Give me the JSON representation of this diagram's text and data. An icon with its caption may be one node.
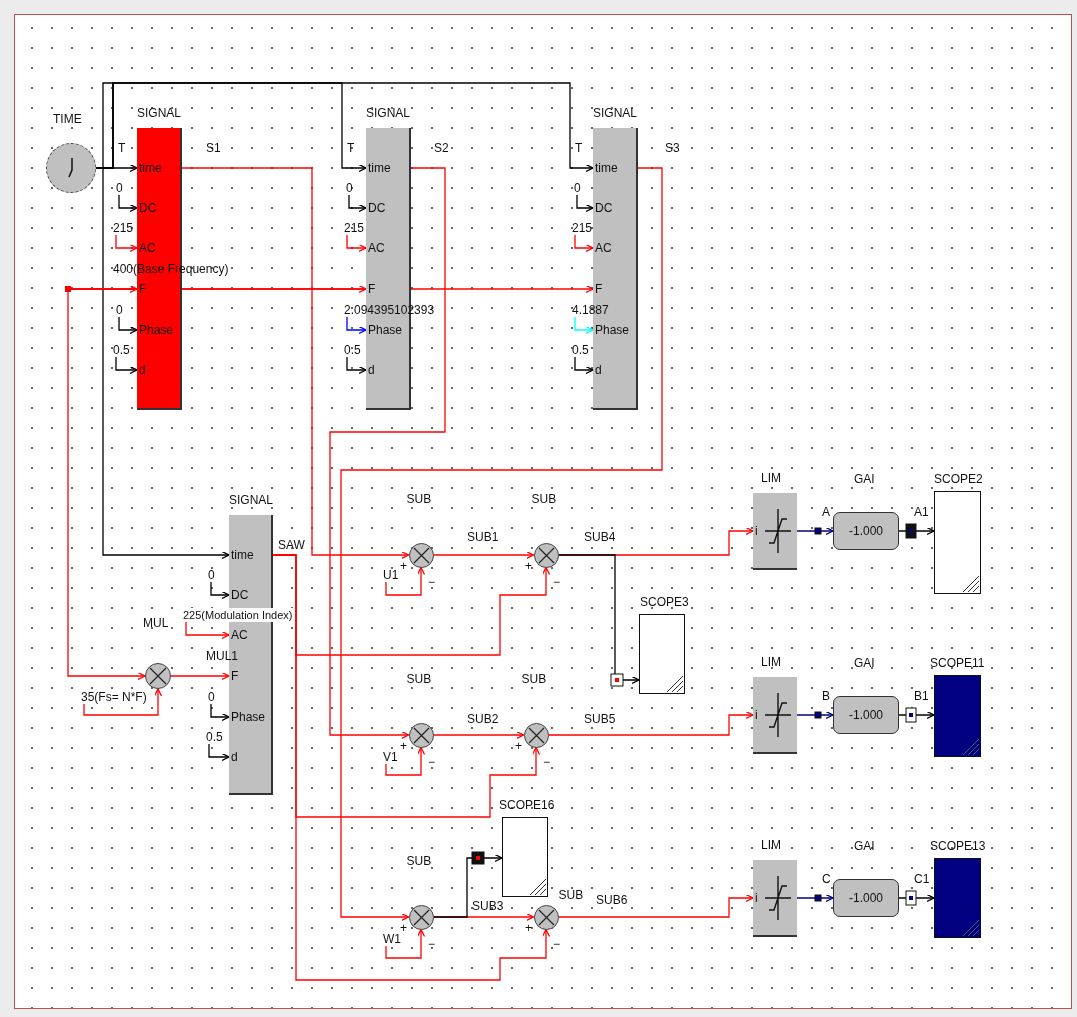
{
  "diagram": {
    "nodes": [
      {
        "text": [
          "TIME"
        ]
      },
      {
        "text": [
          "SIGNAL",
          "time",
          "DC",
          "AC",
          "F",
          "Phase",
          "d"
        ]
      },
      {
        "text": [
          "SIGNAL",
          "time",
          "DC",
          "AC",
          "F",
          "Phase",
          "d"
        ]
      },
      {
        "text": [
          "SIGNAL",
          "time",
          "DC",
          "AC",
          "F",
          "Phase",
          "d"
        ]
      },
      {
        "text": [
          "SIGNAL",
          "time",
          "DC",
          "AC",
          "F",
          "Phase",
          "d"
        ]
      },
      {
        "text": [
          "MUL"
        ]
      },
      {
        "text": [
          "SUB"
        ]
      },
      {
        "text": [
          "SUB"
        ]
      },
      {
        "text": [
          "SUB"
        ]
      },
      {
        "text": [
          "SUB"
        ]
      },
      {
        "text": [
          "SUB"
        ]
      },
      {
        "text": [
          "SUB"
        ]
      },
      {
        "text": [
          "SCOPE3"
        ]
      },
      {
        "text": [
          "SCOPE16"
        ]
      },
      {
        "text": [
          "LIM",
          "i"
        ]
      },
      {
        "text": [
          "GAI",
          "-1.000"
        ]
      },
      {
        "text": [
          "SCOPE2"
        ]
      },
      {
        "text": [
          "LIM",
          "i"
        ]
      },
      {
        "text": [
          "GAI",
          "-1.000"
        ]
      },
      {
        "text": [
          "SCOPE11"
        ]
      },
      {
        "text": [
          "LIM",
          "i"
        ]
      },
      {
        "text": [
          "GAI",
          "-1.000"
        ]
      },
      {
        "text": [
          "SCOPE13"
        ]
      },
      {
        "text": [
          "0"
        ]
      },
      {
        "text": [
          "215"
        ]
      },
      {
        "text": [
          "0"
        ]
      },
      {
        "text": [
          "0.5"
        ]
      },
      {
        "text": [
          "0"
        ]
      },
      {
        "text": [
          "215"
        ]
      },
      {
        "text": [
          "2.094395102393"
        ]
      },
      {
        "text": [
          "0.5"
        ]
      },
      {
        "text": [
          "0"
        ]
      },
      {
        "text": [
          "215"
        ]
      },
      {
        "text": [
          "4.1887"
        ]
      },
      {
        "text": [
          "0.5"
        ]
      },
      {
        "text": [
          "0"
        ]
      },
      {
        "text": [
          "225(Modulation Index)"
        ]
      },
      {
        "text": [
          "0"
        ]
      },
      {
        "text": [
          "0.5"
        ]
      },
      {
        "text": [
          "35(Fs= N*F)"
        ]
      },
      {
        "text": [
          "U1"
        ]
      },
      {
        "text": [
          "V1"
        ]
      },
      {
        "text": [
          "W1"
        ]
      }
    ],
    "edges": [
      {
        "from": 0,
        "to": 1,
        "arrow": "to",
        "color": "#000000"
      },
      {
        "from": 0,
        "to": 2,
        "arrow": "to",
        "color": "#000000"
      },
      {
        "from": 0,
        "to": 3,
        "arrow": "to",
        "color": "#000000"
      },
      {
        "from": 0,
        "to": 4,
        "arrow": "to",
        "color": "#000000"
      },
      {
        "from": null,
        "to": 1,
        "arrow": "to"
      },
      {
        "from": null,
        "to": 2,
        "arrow": "to"
      },
      {
        "from": null,
        "to": 3,
        "arrow": "to"
      },
      {
        "from": null,
        "to": 5,
        "arrow": "to"
      },
      {
        "from": 39,
        "to": 5,
        "arrow": "to"
      },
      {
        "from": 5,
        "to": 4,
        "arrow": "to"
      },
      {
        "from": 23,
        "to": 1,
        "arrow": "to",
        "color": "#000000"
      },
      {
        "from": 24,
        "to": 1,
        "arrow": "to"
      },
      {
        "from": 25,
        "to": 1,
        "arrow": "to",
        "color": "#000000"
      },
      {
        "from": 26,
        "to": 1,
        "arrow": "to",
        "color": "#000000"
      },
      {
        "from": 27,
        "to": 2,
        "arrow": "to",
        "color": "#000000"
      },
      {
        "from": 28,
        "to": 2,
        "arrow": "to"
      },
      {
        "from": 29,
        "to": 2,
        "arrow": "to",
        "color": "#0000ff"
      },
      {
        "from": 30,
        "to": 2,
        "arrow": "to",
        "color": "#000000"
      },
      {
        "from": 31,
        "to": 3,
        "arrow": "to",
        "color": "#000000"
      },
      {
        "from": 32,
        "to": 3,
        "arrow": "to"
      },
      {
        "from": 33,
        "to": 3,
        "arrow": "to",
        "color": "#00ffff"
      },
      {
        "from": 34,
        "to": 3,
        "arrow": "to",
        "color": "#000000"
      },
      {
        "from": 35,
        "to": 4,
        "arrow": "to",
        "color": "#000000"
      },
      {
        "from": 36,
        "to": 4,
        "arrow": "to"
      },
      {
        "from": 37,
        "to": 4,
        "arrow": "to",
        "color": "#000000"
      },
      {
        "from": 38,
        "to": 4,
        "arrow": "to",
        "color": "#000000"
      },
      {
        "from": 1,
        "to": 6,
        "arrow": "to"
      },
      {
        "from": 2,
        "to": 8,
        "arrow": "to"
      },
      {
        "from": 3,
        "to": 10,
        "arrow": "to"
      },
      {
        "from": 4,
        "to": 7,
        "arrow": "to"
      },
      {
        "from": 4,
        "to": 9,
        "arrow": "to"
      },
      {
        "from": 4,
        "to": 11,
        "arrow": "to"
      },
      {
        "from": 40,
        "to": 6,
        "arrow": "to"
      },
      {
        "from": 41,
        "to": 8,
        "arrow": "to"
      },
      {
        "from": 42,
        "to": 10,
        "arrow": "to"
      },
      {
        "from": 6,
        "to": 7,
        "arrow": "to"
      },
      {
        "from": 8,
        "to": 9,
        "arrow": "to"
      },
      {
        "from": 10,
        "to": 11,
        "arrow": "to"
      },
      {
        "from": 7,
        "to": 14,
        "arrow": "to"
      },
      {
        "from": 7,
        "to": 12,
        "arrow": "to",
        "color": "#000000"
      },
      {
        "from": 9,
        "to": 17,
        "arrow": "to"
      },
      {
        "from": 11,
        "to": 20,
        "arrow": "to"
      },
      {
        "from": 10,
        "to": 13,
        "arrow": "to",
        "color": "#000000"
      },
      {
        "from": 14,
        "to": 15,
        "arrow": "to",
        "color": "#000080"
      },
      {
        "from": 15,
        "to": 16,
        "arrow": "to",
        "color": "#000000"
      },
      {
        "from": 17,
        "to": 18,
        "arrow": "to",
        "color": "#000080"
      },
      {
        "from": 18,
        "to": 19,
        "arrow": "to",
        "color": "#000000"
      },
      {
        "from": 20,
        "to": 21,
        "arrow": "to",
        "color": "#000080"
      },
      {
        "from": 21,
        "to": 22,
        "arrow": "to",
        "color": "#000000"
      }
    ],
    "labels": [
      "T",
      "S1",
      "T",
      "S2",
      "T",
      "S3",
      "400(Base Frequency)",
      "SAW",
      "SUB1",
      "SUB4",
      "A",
      "A1",
      "+",
      "−",
      "+",
      "−",
      "MUL1",
      "SUB2",
      "SUB5",
      "B",
      "B1",
      "+",
      "−",
      "+",
      "−",
      "SUB3",
      "SUB6",
      "C",
      "C1",
      "+",
      "−",
      "+",
      "−"
    ]
  }
}
